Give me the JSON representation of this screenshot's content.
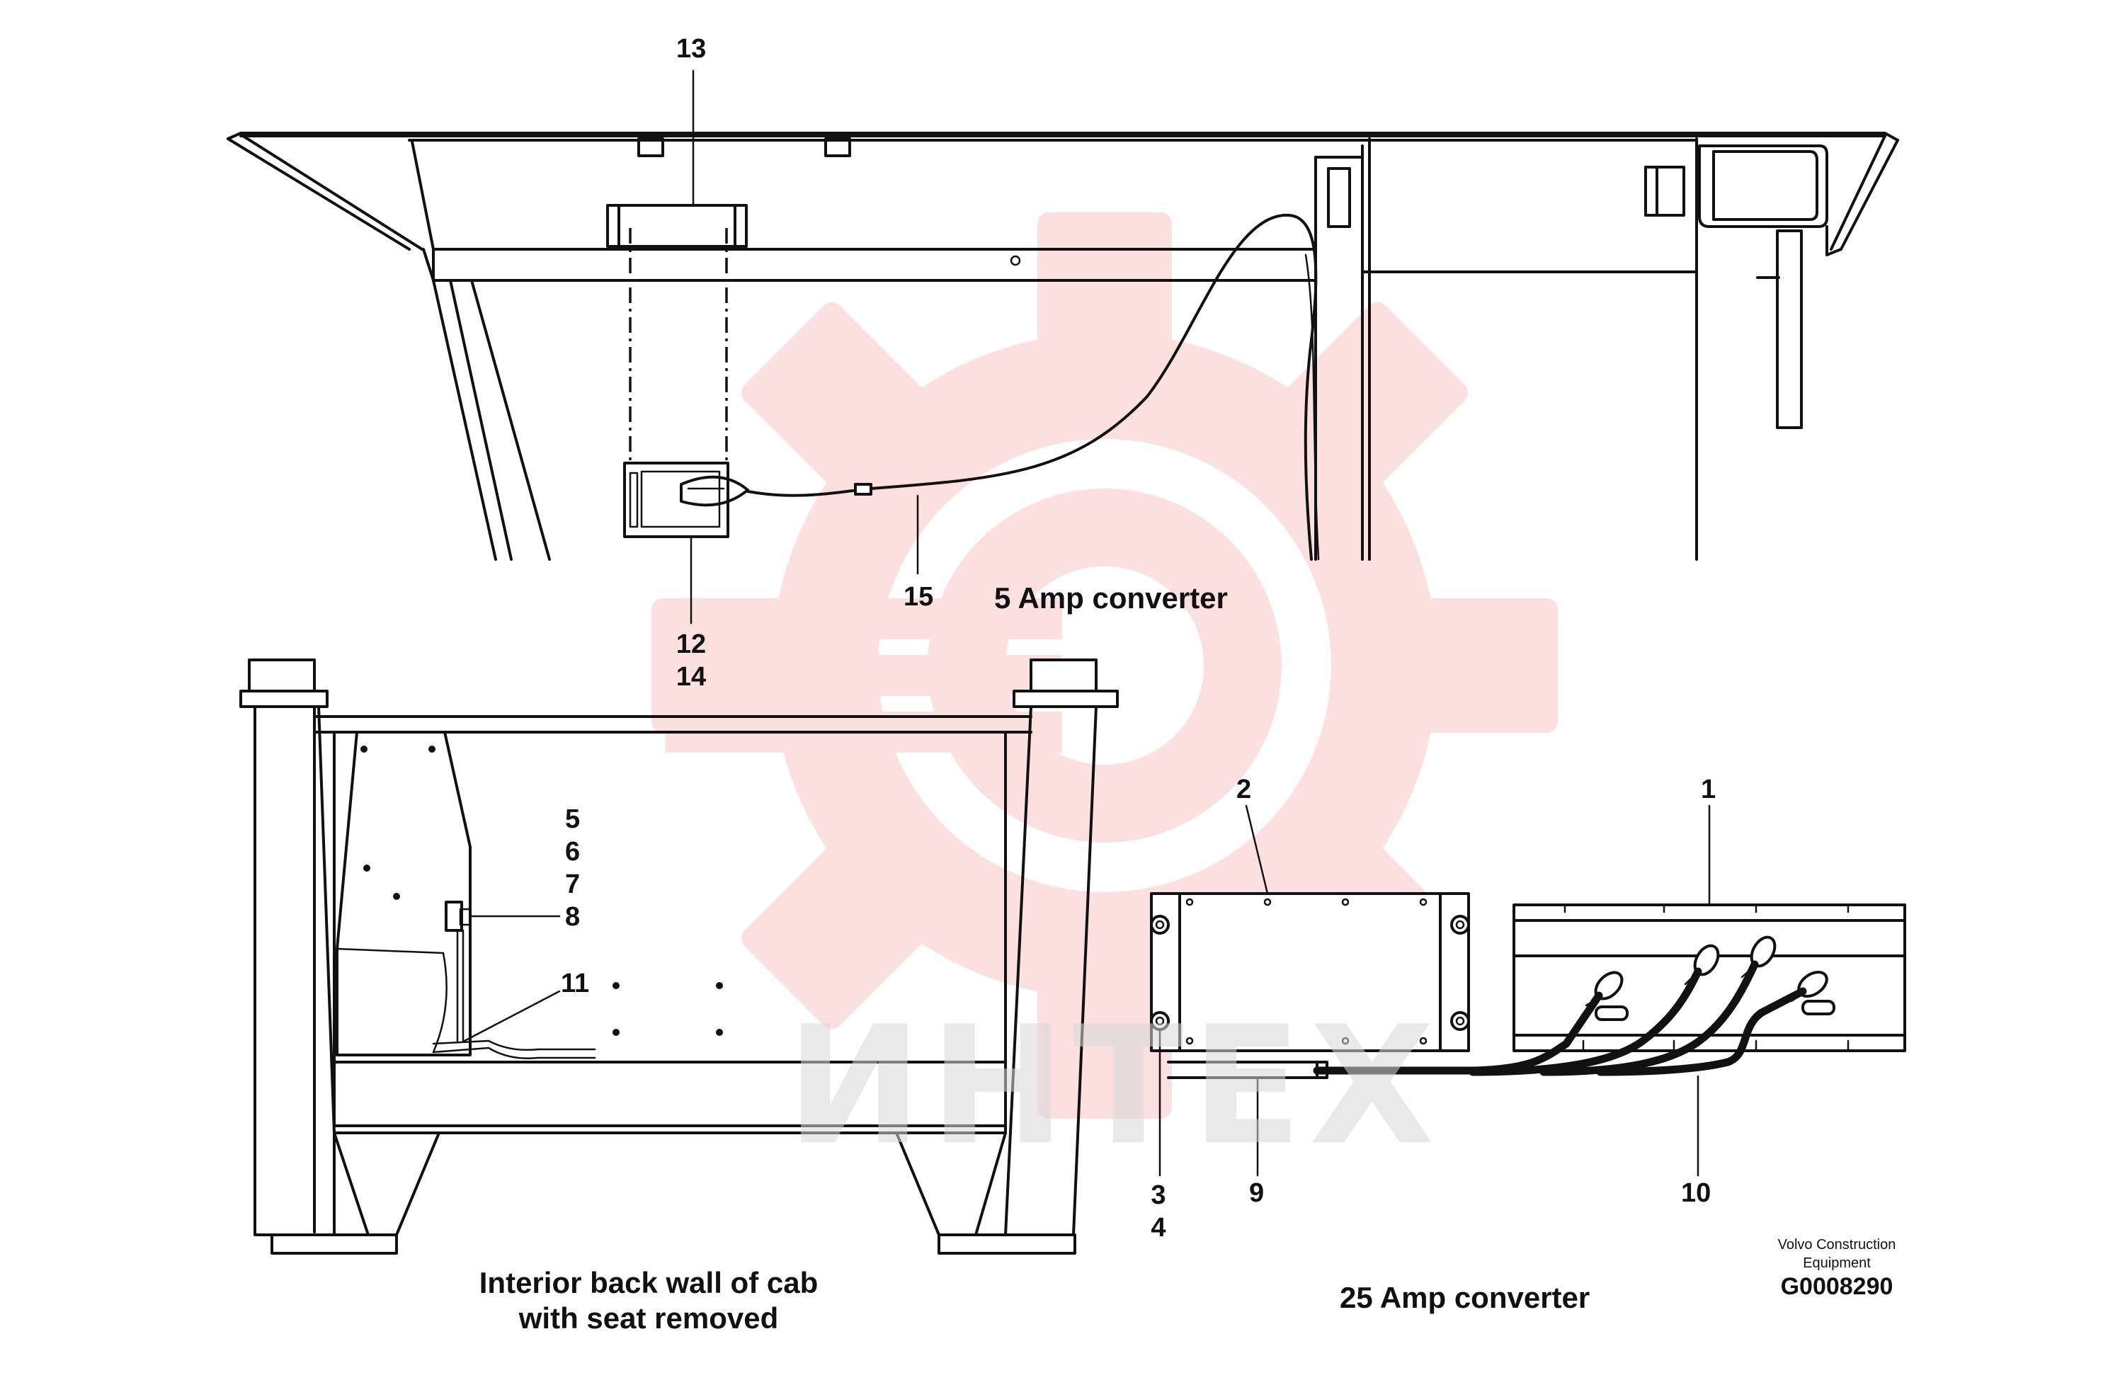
{
  "labels": {
    "n13": "13",
    "n15": "15",
    "n12": "12",
    "n14": "14",
    "n5": "5",
    "n6": "6",
    "n7": "7",
    "n8": "8",
    "n11": "11",
    "n2": "2",
    "n1": "1",
    "n3": "3",
    "n4": "4",
    "n9": "9",
    "n10": "10"
  },
  "captions": {
    "five_amp": "5 Amp converter",
    "interior_line1": "Interior back wall of cab",
    "interior_line2": "with seat removed",
    "twentyfive_amp": "25 Amp converter"
  },
  "footer": {
    "company_line1": "Volvo Construction",
    "company_line2": "Equipment",
    "code": "G0008290"
  },
  "watermark": {
    "text": "ИНТЕХ",
    "color": "#e53935"
  },
  "colors": {
    "line": "#111111",
    "watermark": "#e53935"
  }
}
